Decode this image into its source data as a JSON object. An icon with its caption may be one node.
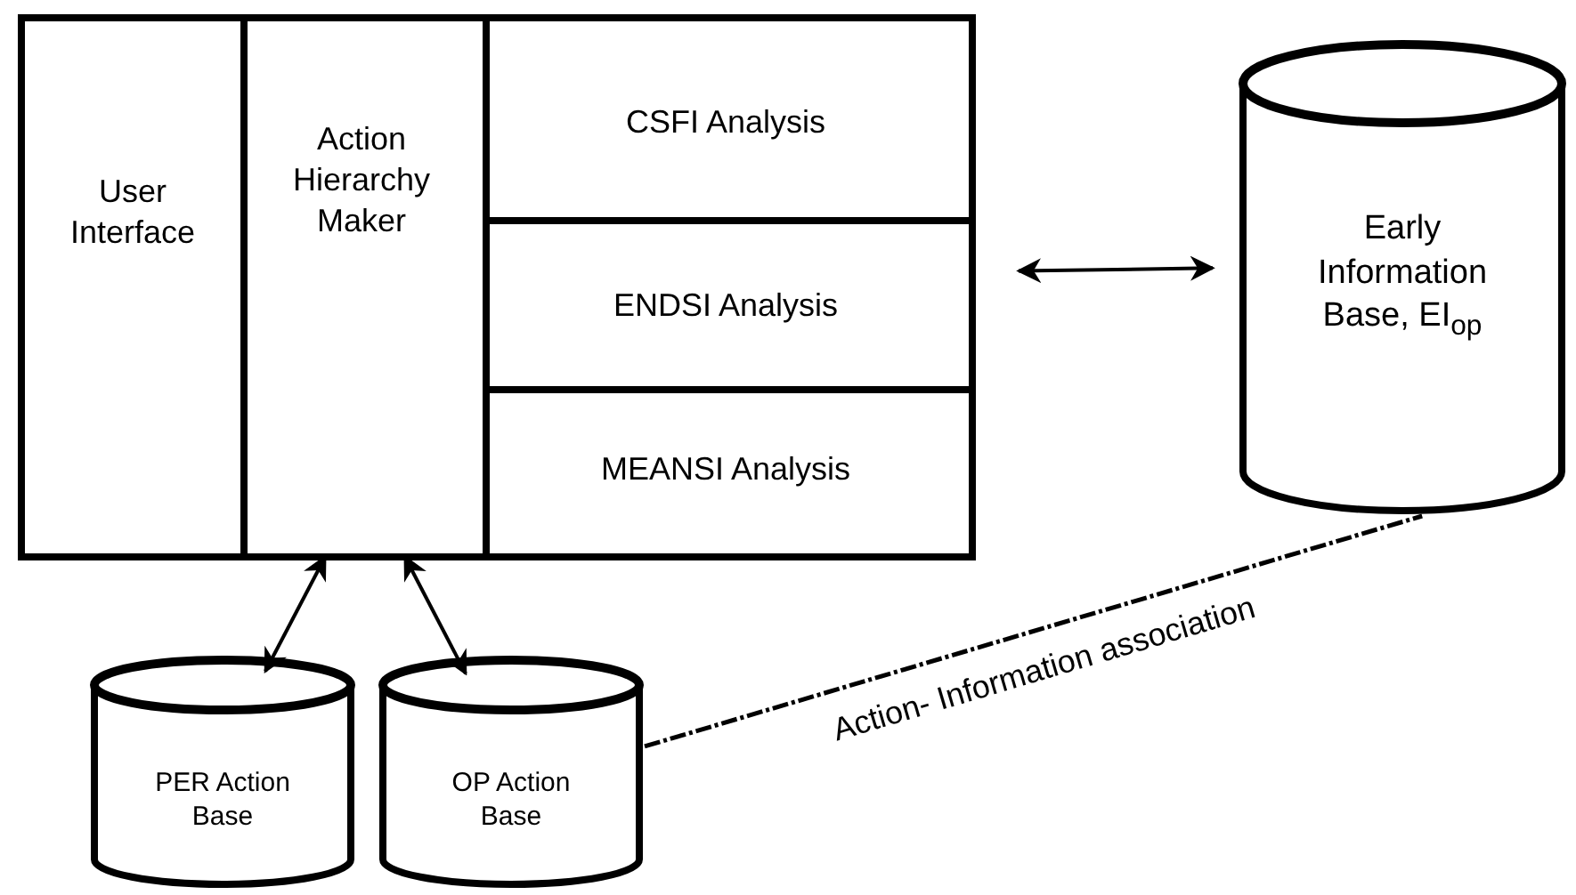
{
  "diagram": {
    "nodes": [
      {
        "text": [],
        "shape": "box"
      },
      {
        "text": [
          "User Interface"
        ],
        "in": 0
      },
      {
        "text": [
          "Action Hierarchy Maker"
        ],
        "in": 0
      },
      {
        "text": [
          "CSFI Analysis"
        ],
        "in": 0
      },
      {
        "text": [
          "ENDSI Analysis"
        ],
        "in": 0
      },
      {
        "text": [
          "MEANSI Analysis"
        ],
        "in": 0
      },
      {
        "text": [
          "Early Information Base, EI$_{op}$"
        ]
      },
      {
        "text": [
          "PER Action Base"
        ]
      },
      {
        "text": [
          "OP Action Base"
        ]
      }
    ],
    "edges": [
      {
        "from": 0,
        "to": 6,
        "arrow": "both"
      },
      {
        "from": 7,
        "to": 2,
        "arrow": "both"
      },
      {
        "from": 8,
        "to": 2,
        "arrow": "both"
      },
      {
        "from": 8,
        "to": 6,
        "arrow": "none",
        "style": "dashed",
        "label": "Action- Information association"
      }
    ]
  }
}
